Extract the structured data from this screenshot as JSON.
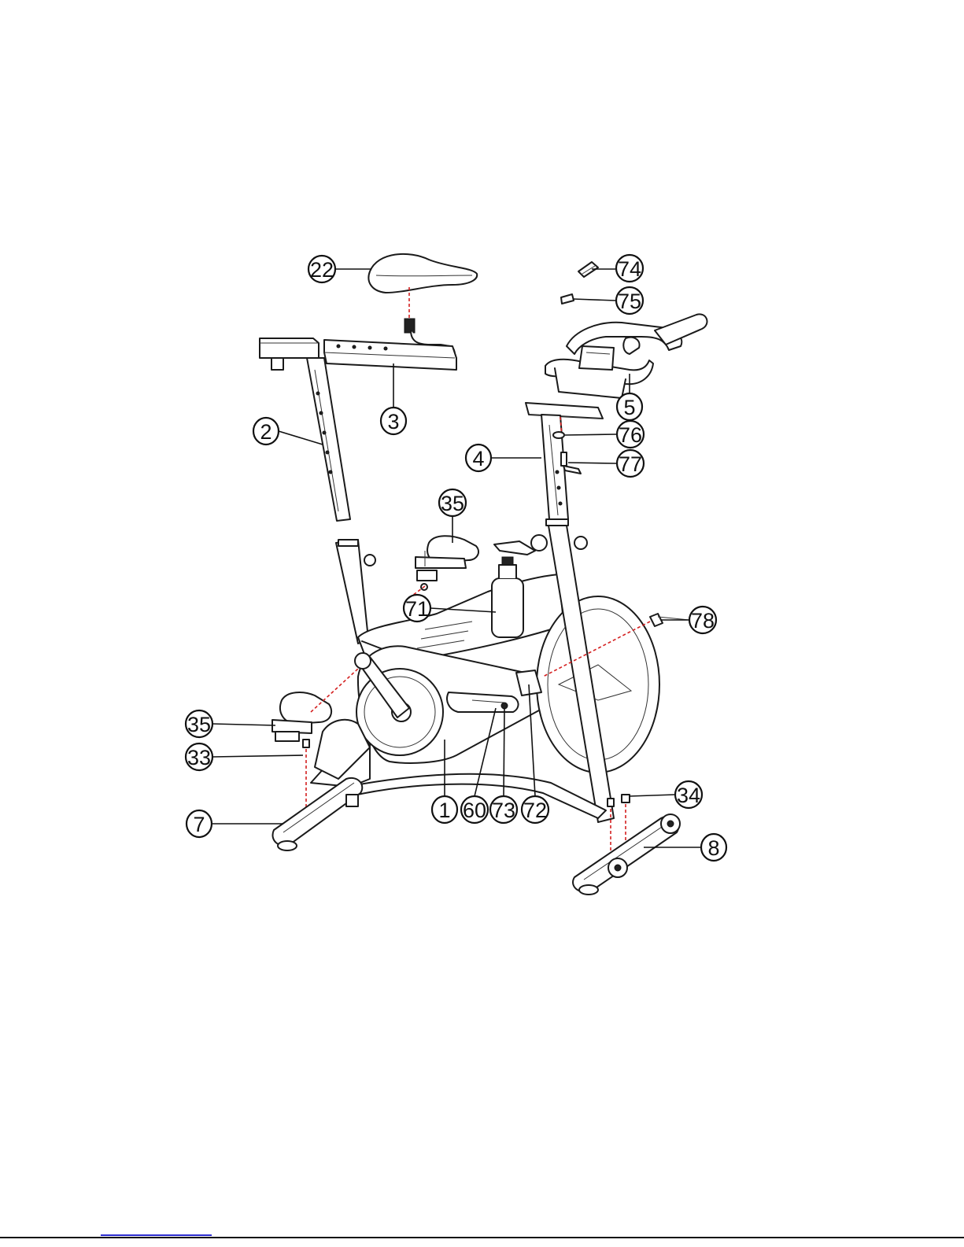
{
  "diagram": {
    "callouts": [
      {
        "id": "c22",
        "label": "22"
      },
      {
        "id": "c74",
        "label": "74"
      },
      {
        "id": "c75",
        "label": "75"
      },
      {
        "id": "c3",
        "label": "3"
      },
      {
        "id": "c2",
        "label": "2"
      },
      {
        "id": "c5",
        "label": "5"
      },
      {
        "id": "c76",
        "label": "76"
      },
      {
        "id": "c4",
        "label": "4"
      },
      {
        "id": "c77",
        "label": "77"
      },
      {
        "id": "c35a",
        "label": "35"
      },
      {
        "id": "c71",
        "label": "71"
      },
      {
        "id": "c78",
        "label": "78"
      },
      {
        "id": "c35b",
        "label": "35"
      },
      {
        "id": "c33",
        "label": "33"
      },
      {
        "id": "c34",
        "label": "34"
      },
      {
        "id": "c7",
        "label": "7"
      },
      {
        "id": "c1",
        "label": "1"
      },
      {
        "id": "c60",
        "label": "60"
      },
      {
        "id": "c73",
        "label": "73"
      },
      {
        "id": "c72",
        "label": "72"
      },
      {
        "id": "c8",
        "label": "8"
      }
    ]
  },
  "colors": {
    "line": "#1a1a1a",
    "assembly_line": "#d42020",
    "footer_link": "#2c2ccf"
  }
}
